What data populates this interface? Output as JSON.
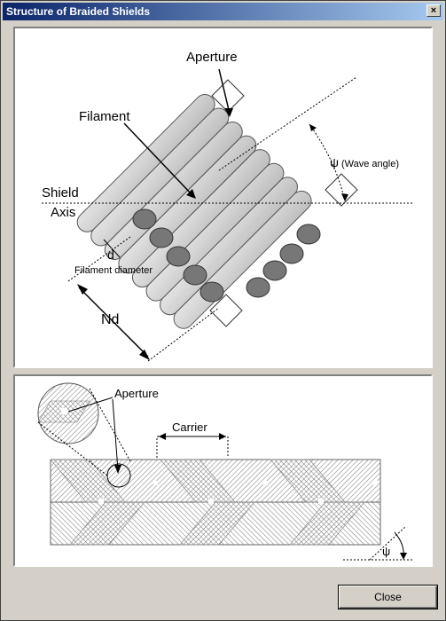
{
  "window": {
    "title": "Structure of Braided Shields",
    "close_glyph": "×"
  },
  "top_diagram": {
    "aperture_label": "Aperture",
    "filament_label": "Filament",
    "wave_angle_symbol": "ψ",
    "wave_angle_text": "(Wave angle)",
    "shield_label": "Shield",
    "axis_label": "Axis",
    "d_label": "d",
    "filament_diameter_label": "Filament diameter",
    "nd_label": "Nd"
  },
  "bottom_diagram": {
    "aperture_label": "Aperture",
    "carrier_label": "Carrier",
    "psi_label": "ψ"
  },
  "buttons": {
    "close_label": "Close"
  },
  "icons": {
    "close": "close-icon"
  }
}
